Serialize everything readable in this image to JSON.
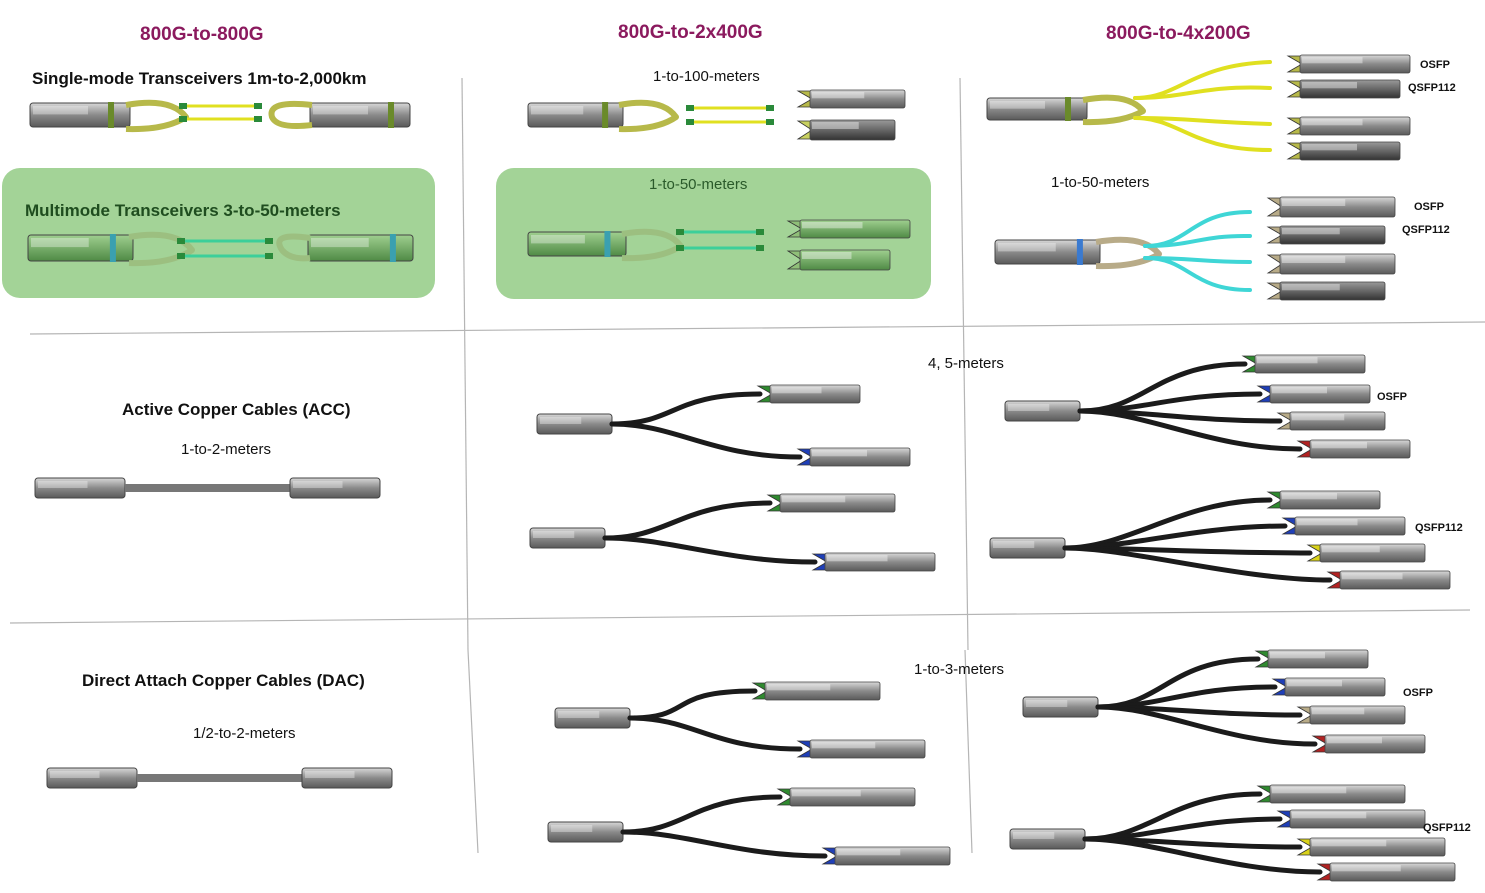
{
  "headers": {
    "col1": "800G-to-800G",
    "col2": "800G-to-2x400G",
    "col3": "800G-to-4x200G"
  },
  "optics": {
    "single_mode_title": "Single-mode Transceivers 1m-to-2,000km",
    "multimode_title": "Multimode Transceivers 3-to-50-meters",
    "col2_singlemode_distance": "1-to-100-meters",
    "col2_multimode_distance": "1-to-50-meters",
    "col3_multimode_distance": "1-to-50-meters"
  },
  "acc": {
    "title": "Active Copper Cables (ACC)",
    "distance": "1-to-2-meters",
    "breakout_distance": "4, 5-meters"
  },
  "dac": {
    "title": "Direct Attach Copper Cables (DAC)",
    "distance": "1/2-to-2-meters",
    "breakout_distance": "1-to-3-meters"
  },
  "ports": {
    "osfp": "OSFP",
    "qsfp112": "QSFP112"
  },
  "colors": {
    "header": "#8b1a5e",
    "multimode_box": "#a3d397",
    "singlemode_fiber": "#e0e020",
    "multimode_fiber": "#3ccf9a",
    "aqua_fiber": "#3fd6d6",
    "copper_cable": "#1b1b1b",
    "latch_green": "#2f8a2f",
    "latch_blue": "#1f3fb8",
    "latch_tan": "#b8ab88",
    "latch_red": "#b22222",
    "latch_yellow": "#d9d21a"
  }
}
